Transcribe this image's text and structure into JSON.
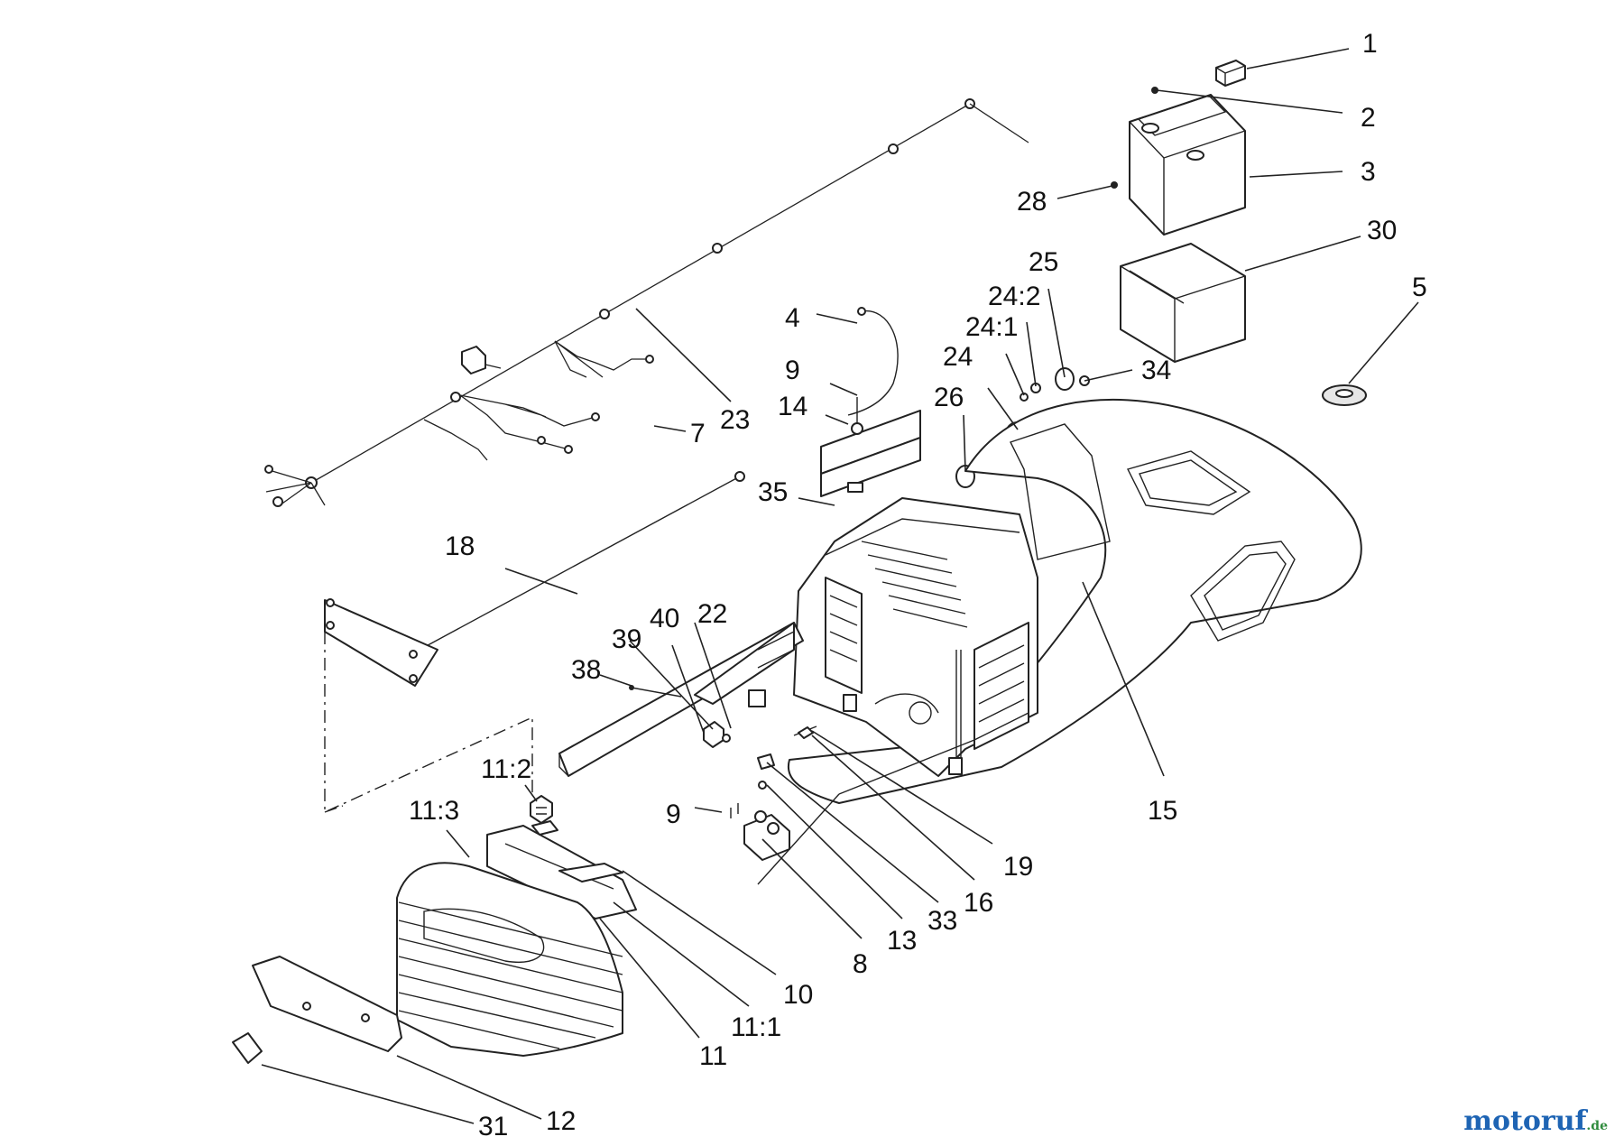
{
  "labels": {
    "l1": "1",
    "l2": "2",
    "l3": "3",
    "l28": "28",
    "l30": "30",
    "l5": "5",
    "l25": "25",
    "l24_2": "24:2",
    "l24_1": "24:1",
    "l24": "24",
    "l34": "34",
    "l26": "26",
    "l4": "4",
    "l9a": "9",
    "l14": "14",
    "l7": "7",
    "l23": "23",
    "l35": "35",
    "l18": "18",
    "l40": "40",
    "l22": "22",
    "l39": "39",
    "l38": "38",
    "l11_2": "11:2",
    "l11_3": "11:3",
    "l9b": "9",
    "l15": "15",
    "l19": "19",
    "l16": "16",
    "l33": "33",
    "l13": "13",
    "l8": "8",
    "l10": "10",
    "l11_1": "11:1",
    "l11": "11",
    "l12": "12",
    "l31": "31"
  },
  "watermark": {
    "name": "motoruf",
    "tld": ".de"
  }
}
